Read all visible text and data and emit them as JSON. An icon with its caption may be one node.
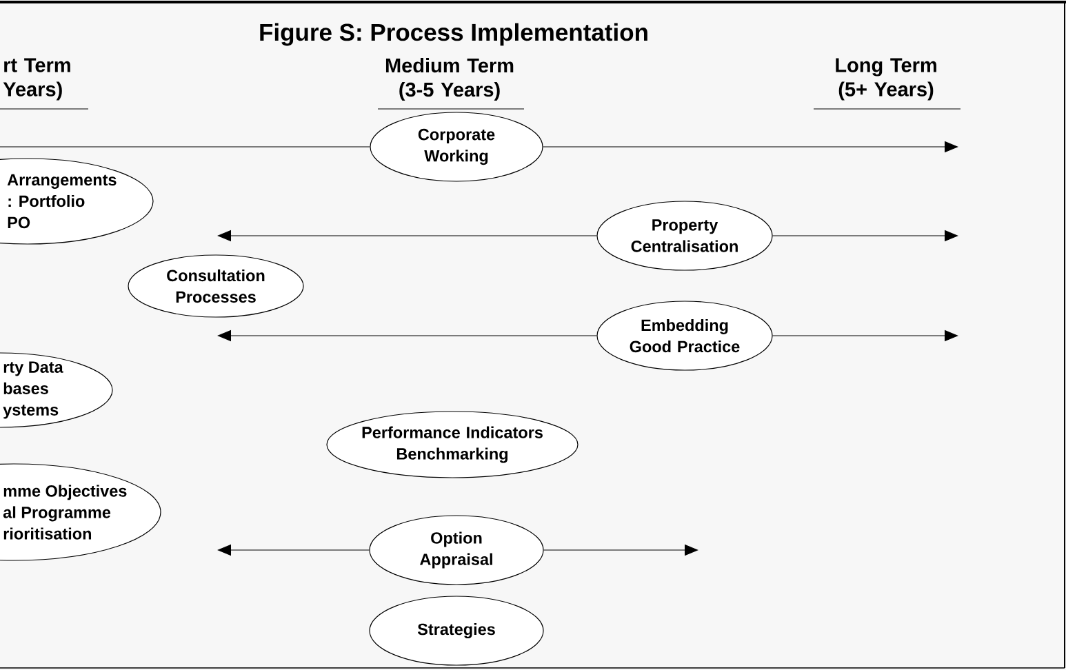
{
  "diagram": {
    "title": "Figure S: Process Implementation",
    "nodes": [
      {
        "text": [
          "Corporate Working"
        ]
      },
      {
        "text": [
          "Arrangements : Portfolio PO"
        ]
      },
      {
        "text": [
          "Property Centralisation"
        ]
      },
      {
        "text": [
          "Consultation Processes"
        ]
      },
      {
        "text": [
          "Embedding Good Practice"
        ]
      },
      {
        "text": [
          "rty Data bases ystems"
        ]
      },
      {
        "text": [
          "Performance Indicators Benchmarking"
        ]
      },
      {
        "text": [
          "mme Objectives al Programme rioritisation"
        ]
      },
      {
        "text": [
          "Option Appraisal"
        ]
      },
      {
        "text": [
          "Strategies"
        ]
      }
    ],
    "edges": [
      {
        "from": 0,
        "to": null,
        "arrow": "none"
      },
      {
        "from": 0,
        "to": null,
        "arrow": "to"
      },
      {
        "from": 2,
        "to": null,
        "arrow": "to"
      },
      {
        "from": 2,
        "to": null,
        "arrow": "to"
      },
      {
        "from": 4,
        "to": null,
        "arrow": "to"
      },
      {
        "from": 4,
        "to": null,
        "arrow": "to"
      },
      {
        "from": 8,
        "to": null,
        "arrow": "to"
      },
      {
        "from": 8,
        "to": null,
        "arrow": "to"
      }
    ],
    "labels": [
      "rt Term Years)",
      "Medium Term (3-5 Years)",
      "Long Term (5+ Years)"
    ]
  }
}
